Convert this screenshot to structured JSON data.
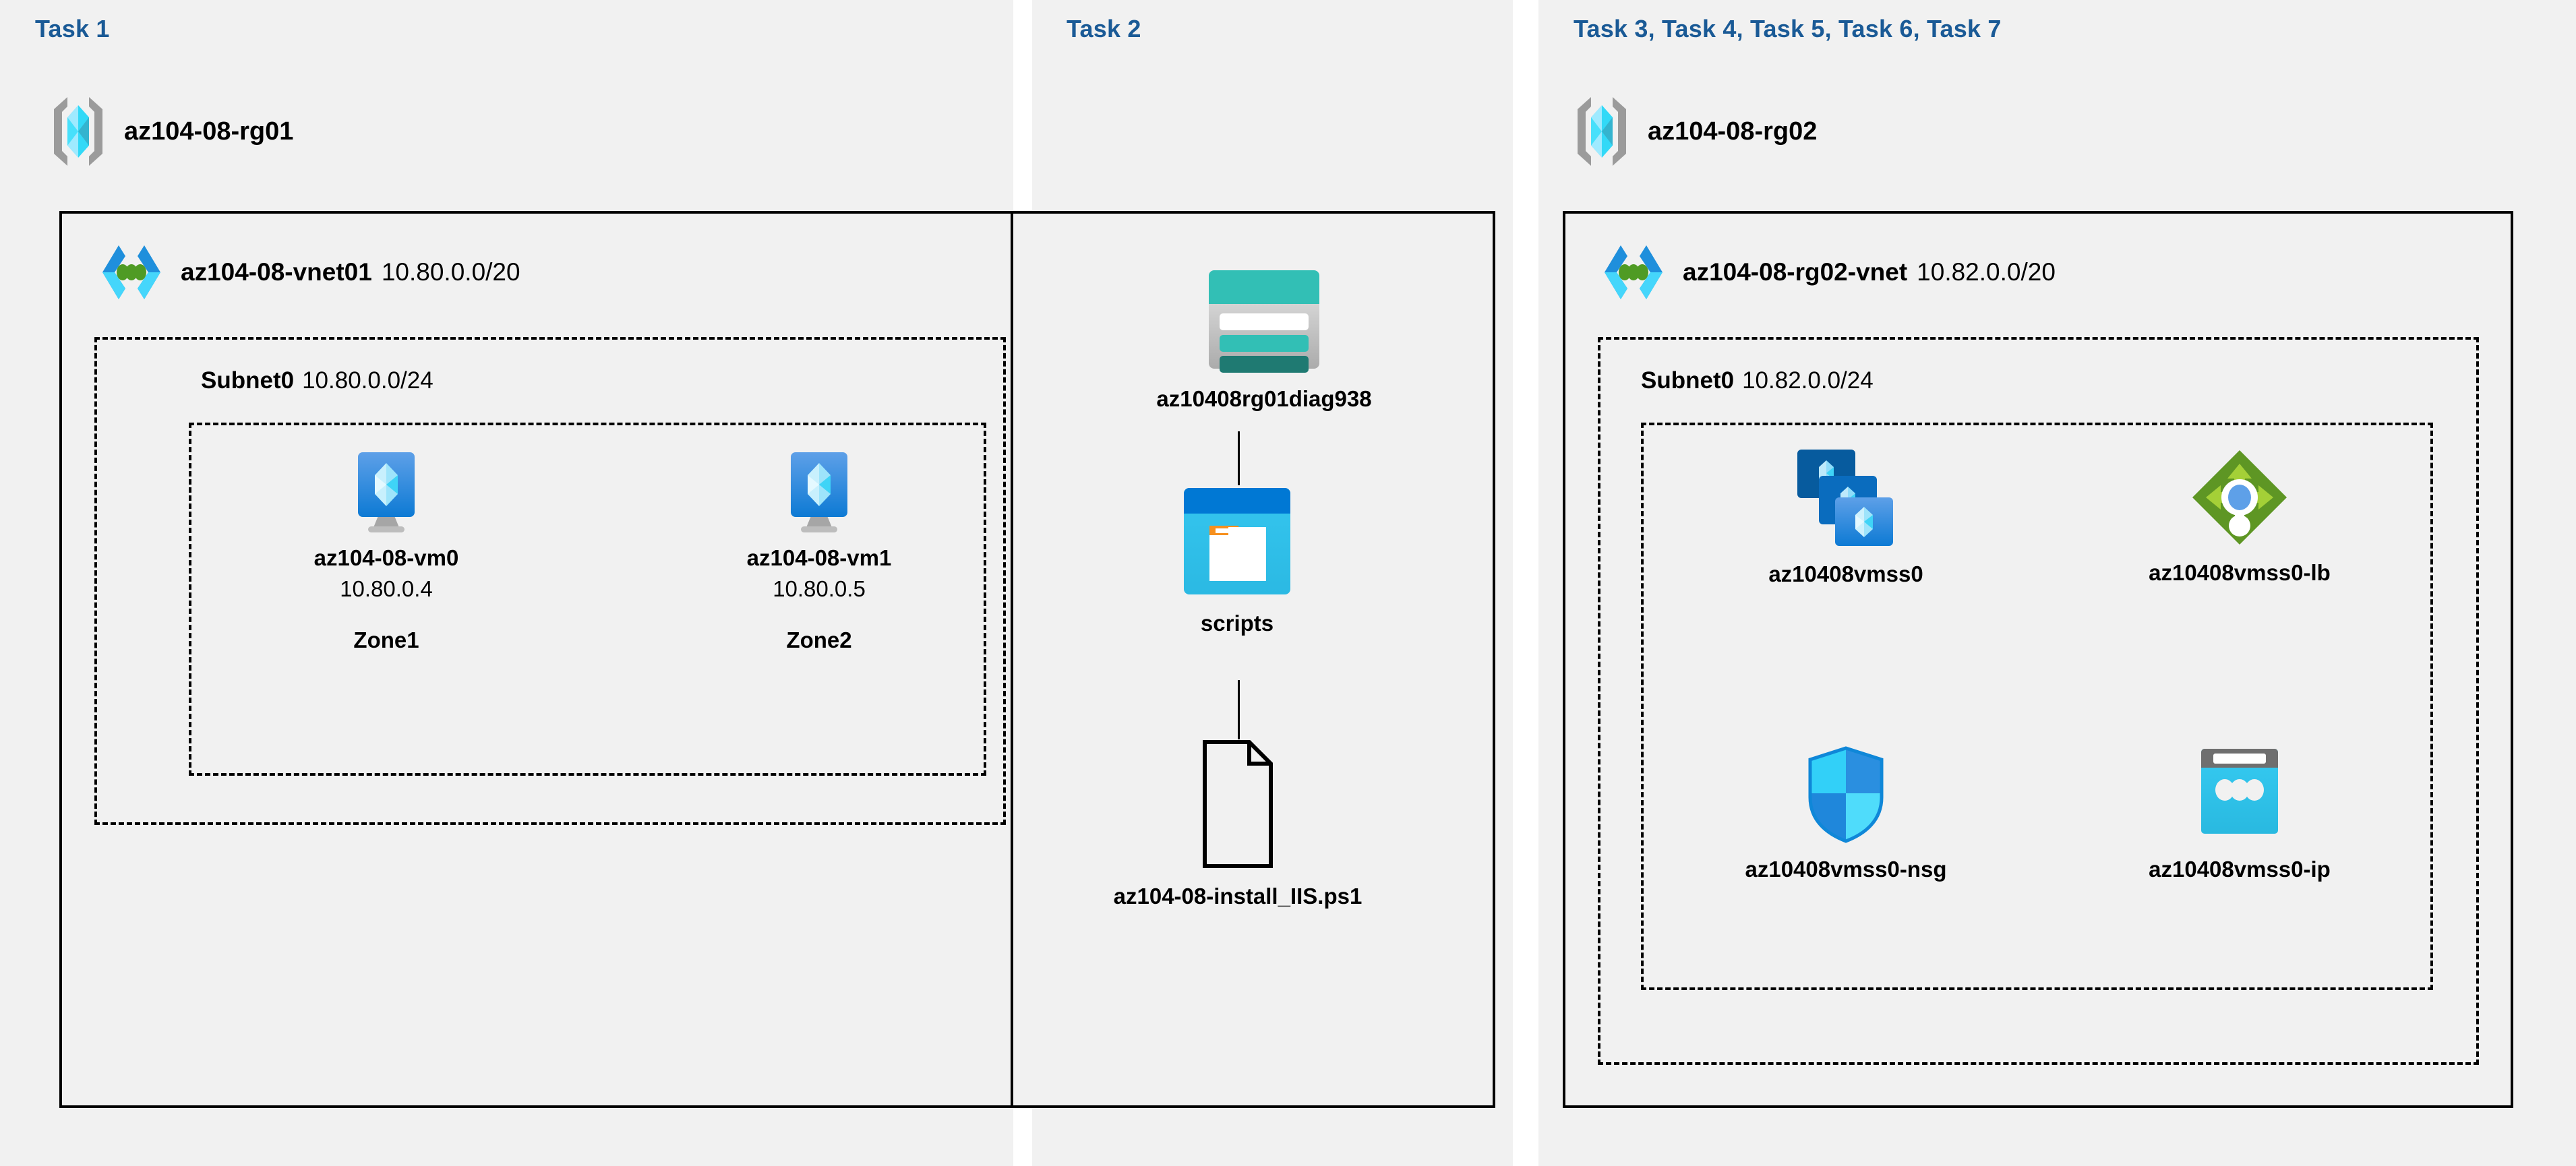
{
  "panels": [
    {
      "id": "task1",
      "label": "Task 1"
    },
    {
      "id": "task2",
      "label": "Task 2"
    },
    {
      "id": "task3",
      "label": "Task 3, Task 4, Task 5, Task 6, Task 7"
    }
  ],
  "colors": {
    "task_label": "#1a5a96",
    "panel_bg": "#f1f1f1",
    "gutter": "#ffffff",
    "border": "#000000",
    "vm_blue": "#2a7fd4",
    "storage_teal": "#32bfb5",
    "storage_teal_dark": "#1f7a72",
    "container_blue": "#0078d4",
    "container_cyan": "#32c8ef",
    "container_orange": "#f7901e",
    "lb_green": "#5e9624",
    "lb_green_light": "#a4d037",
    "lb_dot_blue": "#5ea0e8",
    "nsg_cyan": "#32d0f8",
    "nsg_blue": "#2a8fe0",
    "ip_grey": "#6f6f6f",
    "ip_cyan": "#31c5ee",
    "rg_grey": "#9b9b9b",
    "rg_cyan": "#50e6ff",
    "vnet_blue": "#1f8fdc",
    "vnet_cyan": "#45d6fb",
    "vnet_green": "#4f9b24"
  },
  "task1": {
    "resource_group": {
      "name": "az104-08-rg01",
      "icon": "resource-group-icon"
    },
    "vnet": {
      "name": "az104-08-vnet01",
      "cidr": "10.80.0.0/20",
      "icon": "virtual-network-icon"
    },
    "subnet": {
      "name": "Subnet0",
      "cidr": "10.80.0.0/24"
    },
    "vms": [
      {
        "name": "az104-08-vm0",
        "ip": "10.80.0.4",
        "zone": "Zone1",
        "icon": "virtual-machine-icon"
      },
      {
        "name": "az104-08-vm1",
        "ip": "10.80.0.5",
        "zone": "Zone2",
        "icon": "virtual-machine-icon"
      }
    ]
  },
  "task2": {
    "nodes": [
      {
        "name": "az10408rg01diag938",
        "icon": "storage-account-icon"
      },
      {
        "name": "scripts",
        "icon": "blob-container-icon"
      },
      {
        "name": "az104-08-install_IIS.ps1",
        "icon": "file-document-icon"
      }
    ]
  },
  "task3": {
    "resource_group": {
      "name": "az104-08-rg02",
      "icon": "resource-group-icon"
    },
    "vnet": {
      "name": "az104-08-rg02-vnet",
      "cidr": "10.82.0.0/20",
      "icon": "virtual-network-icon"
    },
    "subnet": {
      "name": "Subnet0",
      "cidr": "10.82.0.0/24"
    },
    "nodes": [
      {
        "name": "az10408vmss0",
        "icon": "vm-scale-set-icon"
      },
      {
        "name": "az10408vmss0-lb",
        "icon": "load-balancer-icon"
      },
      {
        "name": "az10408vmss0-nsg",
        "icon": "network-security-group-icon"
      },
      {
        "name": "az10408vmss0-ip",
        "icon": "public-ip-address-icon"
      }
    ]
  }
}
